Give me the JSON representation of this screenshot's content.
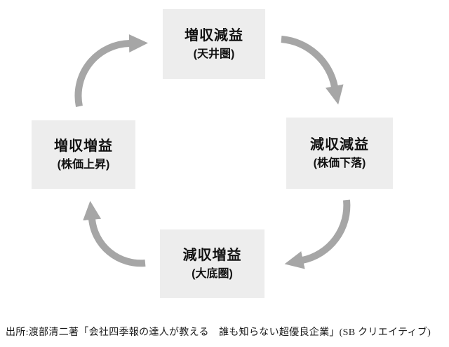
{
  "diagram": {
    "type": "cycle",
    "cycle_direction": "clockwise",
    "nodes": [
      {
        "id": "top",
        "title": "増収減益",
        "subtitle": "(天井圏)"
      },
      {
        "id": "right",
        "title": "減収減益",
        "subtitle": "(株価下落)"
      },
      {
        "id": "bottom",
        "title": "減収増益",
        "subtitle": "(大底圏)"
      },
      {
        "id": "left",
        "title": "増収増益",
        "subtitle": "(株価上昇)"
      }
    ],
    "edges": [
      {
        "from": "left",
        "to": "top"
      },
      {
        "from": "top",
        "to": "right"
      },
      {
        "from": "right",
        "to": "bottom"
      },
      {
        "from": "bottom",
        "to": "left"
      }
    ],
    "colors": {
      "node_background": "#ededed",
      "node_text": "#111111",
      "arrow": "#a6a6a6",
      "page_background": "#ffffff"
    }
  },
  "caption": {
    "text": "出所:渡部清二著「会社四季報の達人が教える　誰も知らない超優良企業」(SB クリエイティブ)"
  }
}
